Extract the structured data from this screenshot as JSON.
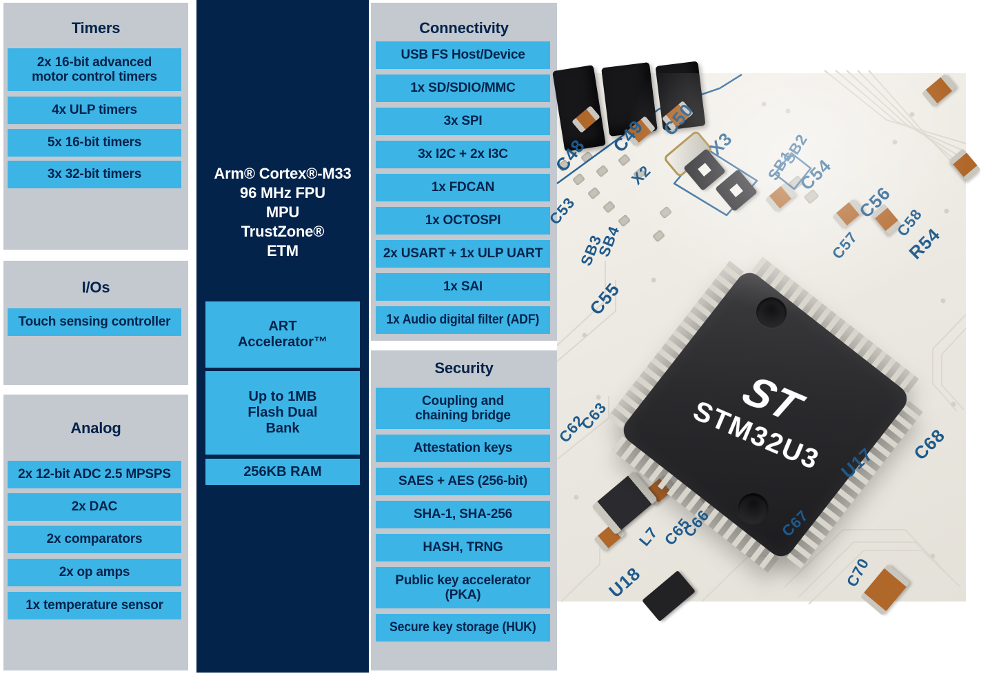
{
  "diagram": {
    "core": {
      "processor_lines": [
        "Arm® Cortex®-M33",
        "96 MHz FPU",
        "MPU",
        "TrustZone®",
        "ETM"
      ],
      "blocks": [
        "ART Accelerator™",
        "Up to 1MB Flash Dual Bank",
        "256KB RAM"
      ]
    },
    "timers": {
      "title": "Timers",
      "items": [
        "2x 16-bit advanced motor control timers",
        "4x ULP timers",
        "5x 16-bit timers",
        "3x 32-bit timers"
      ]
    },
    "ios": {
      "title": "I/Os",
      "items": [
        "Touch sensing controller"
      ]
    },
    "analog": {
      "title": "Analog",
      "items": [
        "2x 12-bit ADC 2.5 MPSPS",
        "2x DAC",
        "2x comparators",
        "2x op amps",
        "1x temperature sensor"
      ]
    },
    "connectivity": {
      "title": "Connectivity",
      "items": [
        "USB FS Host/Device",
        "1x SD/SDIO/MMC",
        "3x SPI",
        "3x I2C + 2x I3C",
        "1x FDCAN",
        "1x OCTOSPI",
        "2x USART + 1x ULP UART",
        "1x SAI",
        "1x Audio digital filter (ADF)"
      ]
    },
    "security": {
      "title": "Security",
      "items": [
        "Coupling and chaining bridge",
        "Attestation keys",
        "SAES + AES (256-bit)",
        "SHA-1, SHA-256",
        "HASH, TRNG",
        "Public key accelerator (PKA)",
        "Secure key storage (HUK)"
      ]
    }
  },
  "photo": {
    "chip_logo": "ST",
    "chip_marking": "STM32U3",
    "silkscreen_labels": [
      "C48",
      "C49",
      "C50",
      "X2",
      "X3",
      "SB1",
      "SB2",
      "SB3",
      "SB4",
      "C53",
      "C54",
      "C55",
      "C56",
      "C57",
      "C58",
      "R54",
      "C62",
      "C63",
      "C65",
      "C66",
      "C67",
      "C68",
      "C70",
      "L7",
      "U17",
      "U18"
    ]
  },
  "colors": {
    "dark_blue": "#03234B",
    "light_blue": "#3CB4E6",
    "panel_gray": "#C3C9CF",
    "silkscreen_blue": "#1E5A8C",
    "pcb_white": "#EDEAE3"
  }
}
